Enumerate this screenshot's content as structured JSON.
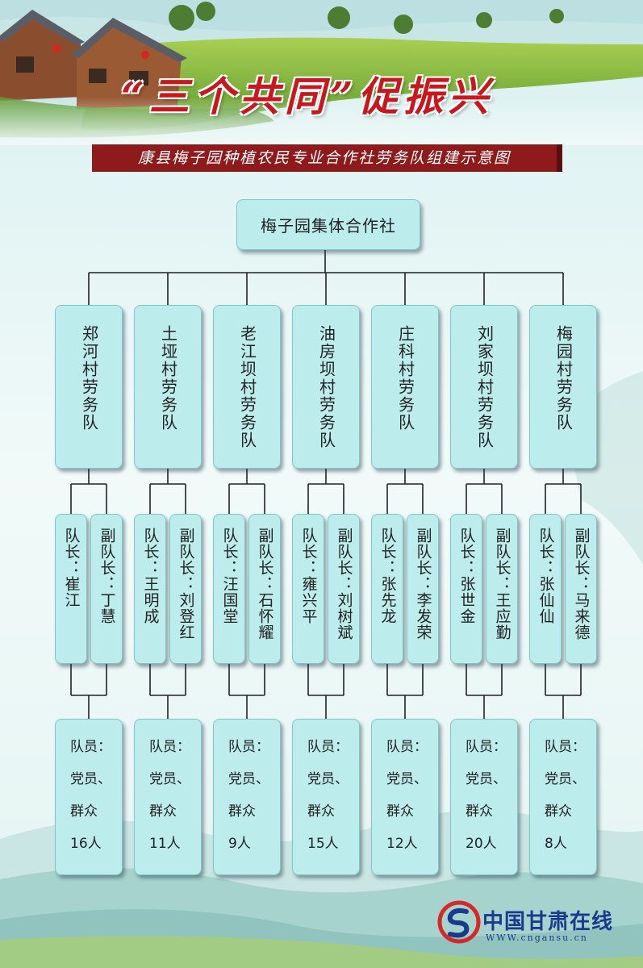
{
  "title": "“三个共同”促振兴",
  "subtitle": "康县梅子园种植农民专业合作社劳务队组建示意图",
  "root": "梅子园集体合作社",
  "teams": [
    {
      "name": "郑河村劳务队",
      "leader": "队长：崔江",
      "deputy": "副队长：丁慧",
      "members": [
        "队员：",
        "党员、",
        "群众",
        "16人"
      ]
    },
    {
      "name": "土垭村劳务队",
      "leader": "队长：王明成",
      "deputy": "副队长：刘登红",
      "members": [
        "队员：",
        "党员、",
        "群众",
        "11人"
      ]
    },
    {
      "name": "老江坝村劳务队",
      "leader": "队长：汪国堂",
      "deputy": "副队长：石怀耀",
      "members": [
        "队员：",
        "党员、",
        "群众",
        "9人"
      ]
    },
    {
      "name": "油房坝村劳务队",
      "leader": "队长：雍兴平",
      "deputy": "副队长：刘树斌",
      "members": [
        "队员：",
        "党员、",
        "群众",
        "15人"
      ]
    },
    {
      "name": "庄科村劳务队",
      "leader": "队长：张先龙",
      "deputy": "副队长：李发荣",
      "members": [
        "队员：",
        "党员、",
        "群众",
        "12人"
      ]
    },
    {
      "name": "刘家坝村劳务队",
      "leader": "队长：张世金",
      "deputy": "副队长：王应勤",
      "members": [
        "队员：",
        "党员、",
        "群众",
        "20人"
      ]
    },
    {
      "name": "梅园村劳务队",
      "leader": "队长：张仙仙",
      "deputy": "副队长：马来德",
      "members": [
        "队员：",
        "党员、",
        "群众",
        "8人"
      ]
    }
  ],
  "logo": {
    "name": "中国甘肃在线",
    "url": "WWW.cngansu.cn",
    "icon": "cngansu-logo-icon"
  },
  "colors": {
    "box_fill": "#bdeced",
    "title_red": "#c8181e",
    "banner": "#8e1a1c",
    "brand_blue": "#1a3a8c",
    "brand_red": "#d62828"
  }
}
